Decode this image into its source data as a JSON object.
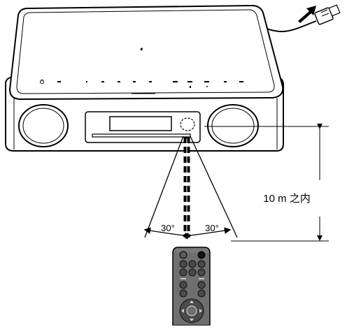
{
  "angles": {
    "left": "30°",
    "right": "30°"
  },
  "range": {
    "label": "10 m 之内"
  },
  "colors": {
    "line": "#000000",
    "device_body": "#ffffff",
    "remote_body": "#6f6f6f",
    "remote_button": "#4a4a4a"
  }
}
